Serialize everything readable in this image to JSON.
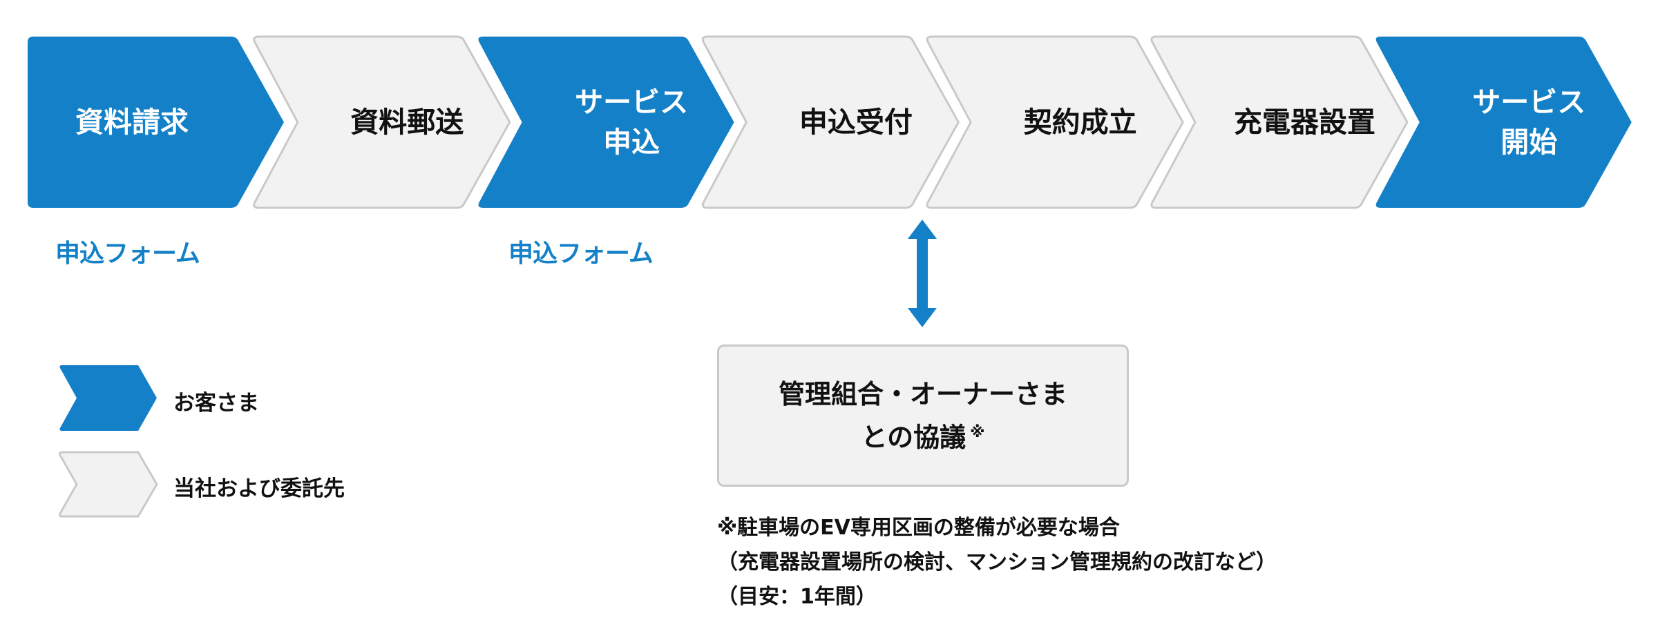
{
  "colors": {
    "customer": "#1380c8",
    "company_fill": "#f2f2f2",
    "company_border": "#c9c9c9",
    "text_dark": "#111111",
    "text_light": "#ffffff"
  },
  "steps": [
    {
      "lines": [
        "資料請求"
      ],
      "actor": "customer",
      "sub_label": "申込フォーム"
    },
    {
      "lines": [
        "資料郵送"
      ],
      "actor": "company"
    },
    {
      "lines": [
        "サービス",
        "申込"
      ],
      "actor": "customer",
      "sub_label": "申込フォーム"
    },
    {
      "lines": [
        "申込受付"
      ],
      "actor": "company"
    },
    {
      "lines": [
        "契約成立"
      ],
      "actor": "company"
    },
    {
      "lines": [
        "充電器設置"
      ],
      "actor": "company"
    },
    {
      "lines": [
        "サービス",
        "開始"
      ],
      "actor": "customer"
    }
  ],
  "form_labels": [
    "申込フォーム",
    "申込フォーム"
  ],
  "connector": {
    "icon": "double-headed-vertical-arrow",
    "between": "契約成立 ↔ 管理組合・オーナーさまとの協議"
  },
  "consultation": {
    "line1": "管理組合・オーナーさま",
    "line2": "との協議",
    "mark": "※"
  },
  "note": {
    "line1": "※駐車場のEV専用区画の整備が必要な場合",
    "line2": "（充電器設置場所の検討、マンション管理規約の改訂など）",
    "line3": "（目安：1年間）"
  },
  "legend": [
    {
      "actor": "customer",
      "label": "お客さま"
    },
    {
      "actor": "company",
      "label": "当社および委託先"
    }
  ]
}
